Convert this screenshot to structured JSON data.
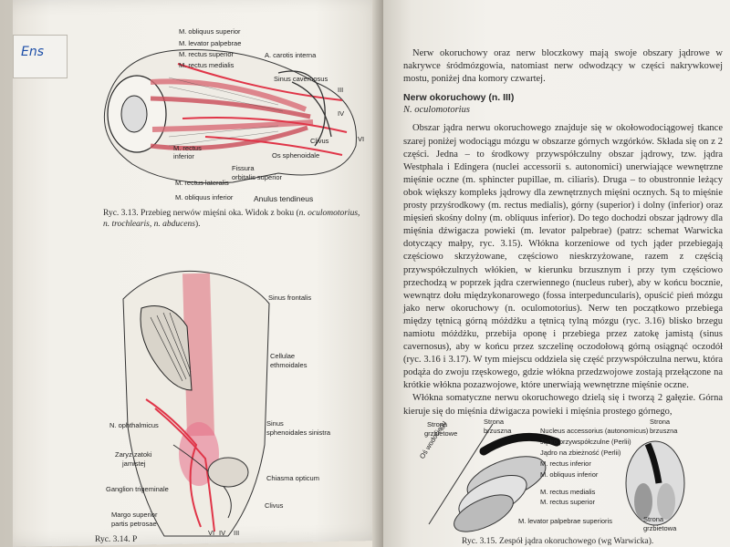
{
  "tab_label": "Ens",
  "left_page": {
    "figure1": {
      "labels": {
        "obl_sup": "M. obliquus superior",
        "lev_palp": "M. levator palpebrae",
        "rect_sup": "M. rectus superior",
        "rect_med": "M. rectus medialis",
        "carotis": "A. carotis interna",
        "sinus_cav": "Sinus cavernosus",
        "clivus": "Clivus",
        "os_sphen": "Os sphenoidale",
        "fissura_1": "Fissura",
        "fissura_2": "orbitalis superior",
        "anulus": "Anulus tendineus",
        "rect_inf": "M. rectus inferior",
        "rect_lat": "M. rectus lateralis",
        "obl_inf": "M. obliquus inferior",
        "num_iii": "III",
        "num_iv": "IV",
        "num_vi": "VI"
      },
      "caption": {
        "line1_a": "Ryc. 3.13. Przebieg nerwów mięśni oka. Widok z boku (",
        "line1_b": "n. oculomotorius,",
        "line2": "n. trochlearis, n. abducens",
        "line2_end": ")."
      }
    },
    "figure2": {
      "labels": {
        "sinus_front": "Sinus frontalis",
        "cellulae_1": "Cellulae",
        "cellulae_2": "ethmoidales",
        "n_ophth": "N. ophthalmicus",
        "sinus_sph_1": "Sinus",
        "sinus_sph_2": "sphenoidales sinistra",
        "zaryz_1": "Zaryz zatoki",
        "zaryz_2": "jamistej",
        "chiasma": "Chiasma opticum",
        "ganglion": "Ganglion trigeminale",
        "margo_1": "Margo superior",
        "margo_2": "partis petrosae",
        "clivus2": "Clivus",
        "num_vi": "VI",
        "num_iv": "IV",
        "num_iii": "III"
      },
      "caption_partial": "Ryc. 3.14. P"
    }
  },
  "right_page": {
    "intro": "Nerw okoruchowy oraz nerw bloczkowy mają swoje obszary jądrowe w nakrywce śródmózgowia, natomiast nerw odwodzący w części nakrywkowej mostu, poniżej dna komory czwartej.",
    "heading": "Nerw okoruchowy (n. III)",
    "heading_latin": "N. oculomotorius",
    "para1": "Obszar jądra nerwu okoruchowego znajduje się w okołowodociągowej tkance szarej poniżej wodociągu mózgu w obszarze górnych wzgórków. Składa się on z 2 części. Jedna – to środkowy przywspółczulny obszar jądrowy, tzw. jądra Westphala i Edingera (nuclei accessorii s. autonomici) unerwiające wewnętrzne mięśnie oczne (m. sphincter pupillae, m. ciliaris). Druga – to obustronnie leżący obok większy kompleks jądrowy dla zewnętrznych mięśni ocznych. Są to mięśnie prosty przyśrodkowy (m. rectus medialis), górny (superior) i dolny (inferior) oraz mięsień skośny dolny (m. obliquus inferior). Do tego dochodzi obszar jądrowy dla mięśnia dźwigacza powieki (m. levator palpebrae) (patrz: schemat Warwicka dotyczący małpy, ryc. 3.15). Włókna korzeniowe od tych jąder przebiegają częściowo skrzyżowane, częściowo nieskrzyżowane, razem z częścią przywspółczulnych włókien, w kierunku brzusznym i przy tym częściowo przechodzą w poprzek jądra czerwiennego (nucleus ruber), aby w końcu bocznie, wewnątrz dołu międzykonarowego (fossa interpeduncularis), opuścić pień mózgu jako nerw okoruchowy (n. oculomotorius). Nerw ten początkowo przebiega między tętnicą górną móżdżku a tętnicą tylną mózgu (ryc. 3.16) blisko brzegu namiotu móżdżku, przebija oponę i przebiega przez zatokę jamistą (sinus cavernosus), aby w końcu przez szczelinę oczodołową górną osiągnąć oczodół (ryc. 3.16 i 3.17). W tym miejscu oddziela się część przywspółczulna nerwu, która podąża do zwoju rzęskowego, gdzie włókna przedzwojowe zostają przełączone na krótkie włókna pozazwojowe, które unerwiają wewnętrzne mięśnie oczne.",
    "para2": "Włókna somatyczne nerwu okoruchowego dzielą się i tworzą 2 gałęzie. Górna kieruje się do mięśnia dźwigacza powieki i mięśnia prostego górnego,",
    "figure3": {
      "labels": {
        "strona_grzbietowa_l1": "Strona",
        "strona_grzbietowa_l2": "grzbietowe",
        "strona_brzuszna_l1": "Strona",
        "strona_brzuszna_l2": "brzuszna",
        "os_wodociagu": "Oś wodociągu",
        "nucleus_access": "Nucleus accessorius (autonomicus)",
        "jadro_przyw": "Jądro przywspółczulne (Perlii)",
        "jadro_niep": "Jądro na zbieżność (Perlii)",
        "rect_inf": "M. rectus inferior",
        "obl_inf": "M. obliquus inferior",
        "rect_med": "M. rectus medialis",
        "rect_sup": "M. rectus superior",
        "lev_palp": "M. levator palpebrae superioris",
        "strona_brzuszna_r1": "Strona",
        "strona_brzuszna_r2": "brzuszna",
        "strona_grzbietowa_r1": "Strona",
        "strona_grzbietowa_r2": "grzbietowa"
      },
      "caption_partial": "Ryc. 3.15. Zespół jądra okoruchowego (wg Warwicka)."
    }
  }
}
